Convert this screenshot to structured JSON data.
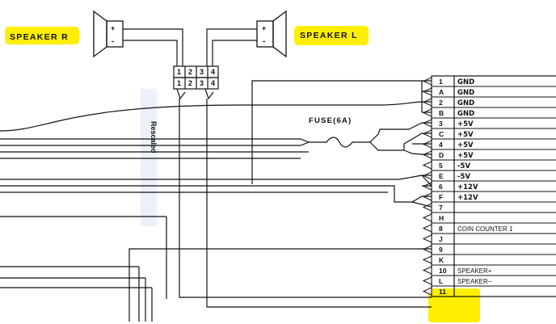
{
  "speakers": {
    "right": {
      "label": "SPEAKER R",
      "plus": "+",
      "minus": "-"
    },
    "left": {
      "label": "SPEAKER L",
      "plus": "+",
      "minus": "-"
    }
  },
  "connector_pins": [
    "1",
    "2",
    "3",
    "4"
  ],
  "fuse_label": "FUSE(6A)",
  "watermark": "Rescaled",
  "highlight_color": "#ffee00",
  "line_color": "#111111",
  "terminal_rows": [
    {
      "pin": "1",
      "signal": "GND"
    },
    {
      "pin": "A",
      "signal": "GND"
    },
    {
      "pin": "2",
      "signal": "GND"
    },
    {
      "pin": "B",
      "signal": "GND"
    },
    {
      "pin": "3",
      "signal": "+5V"
    },
    {
      "pin": "C",
      "signal": "+5V"
    },
    {
      "pin": "4",
      "signal": "+5V"
    },
    {
      "pin": "D",
      "signal": "+5V"
    },
    {
      "pin": "5",
      "signal": "-5V"
    },
    {
      "pin": "E",
      "signal": "-5V"
    },
    {
      "pin": "6",
      "signal": "+12V"
    },
    {
      "pin": "F",
      "signal": "+12V"
    },
    {
      "pin": "7",
      "signal": ""
    },
    {
      "pin": "H",
      "signal": ""
    },
    {
      "pin": "8",
      "signal": "COIN COUNTER 1"
    },
    {
      "pin": "J",
      "signal": ""
    },
    {
      "pin": "9",
      "signal": ""
    },
    {
      "pin": "K",
      "signal": ""
    },
    {
      "pin": "10",
      "signal": "SPEAKER+"
    },
    {
      "pin": "L",
      "signal": "SPEAKER−"
    },
    {
      "pin": "11",
      "signal": ""
    }
  ]
}
